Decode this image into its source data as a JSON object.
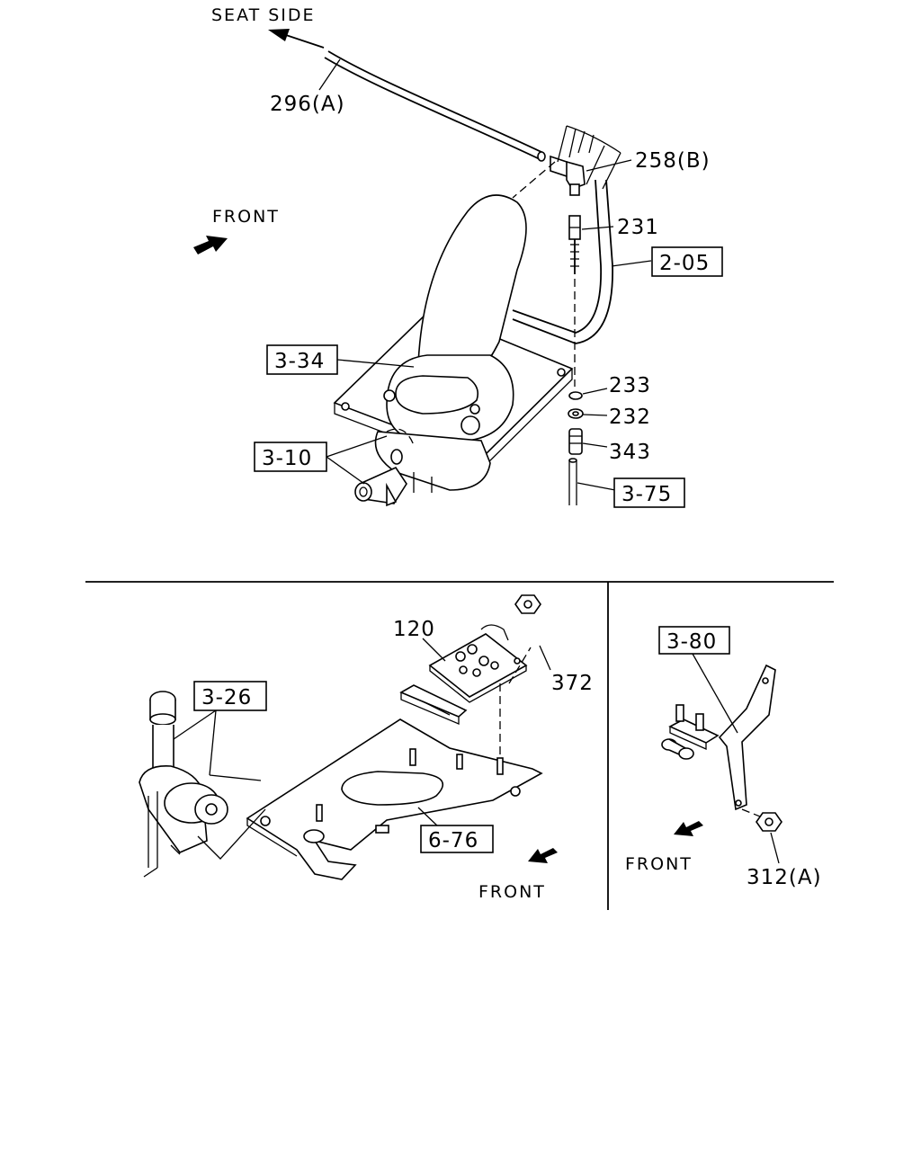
{
  "top": {
    "seat_side": "SEAT SIDE",
    "front": "FRONT",
    "p296a": "296(A)",
    "p258b": "258(B)",
    "p231": "231",
    "ref205": "2-05",
    "ref334": "3-34",
    "p233": "233",
    "p232": "232",
    "p343": "343",
    "ref310": "3-10",
    "ref375": "3-75"
  },
  "bottom_left": {
    "p120": "120",
    "p372": "372",
    "ref326": "3-26",
    "ref676": "6-76",
    "front": "FRONT"
  },
  "bottom_right": {
    "ref380": "3-80",
    "front": "FRONT",
    "p312a": "312(A)"
  }
}
